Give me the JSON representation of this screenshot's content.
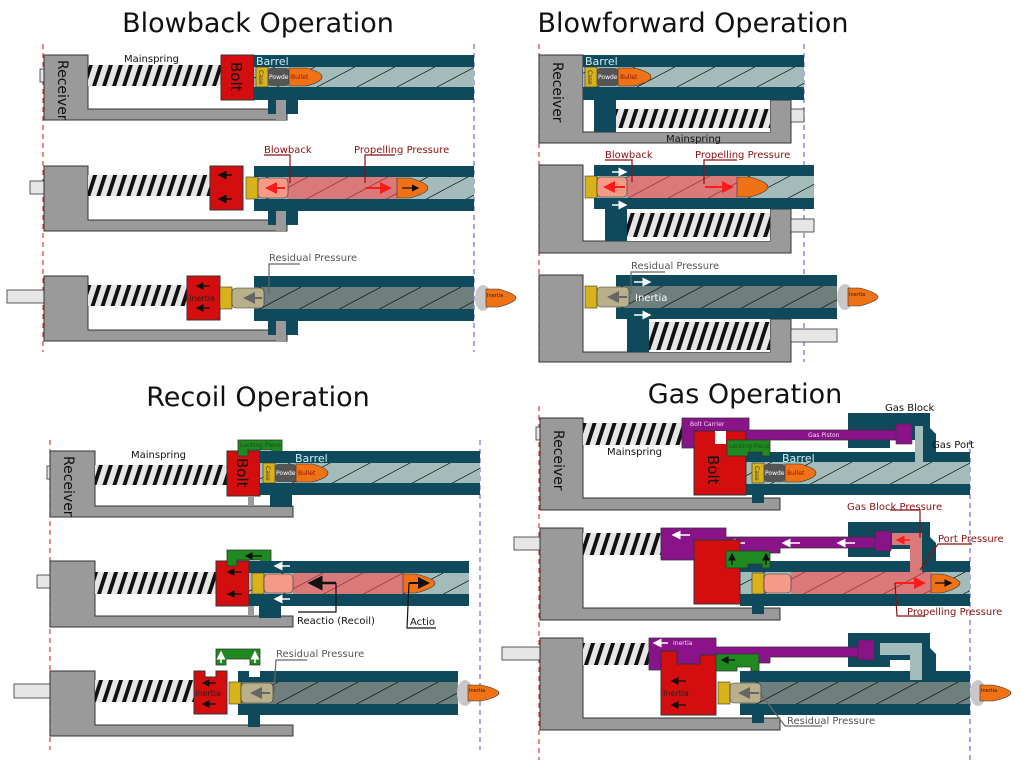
{
  "colors": {
    "receiver": "#9a9a9a",
    "barrel": "#0f4a5c",
    "bore": "#a3bcb9",
    "bolt": "#d40e0e",
    "case": "#d8b21a",
    "powder": "#555555",
    "bullet": "#f07214",
    "spring_bg": "#e6e6e6",
    "locking_piece": "#1f8a1f",
    "bolt_carrier": "#8a138a",
    "pressure": "#d9797a",
    "pressure_light": "#f59a86",
    "residual": "#6e7f7d",
    "red_dash": "#e23a3a",
    "blue_dash": "#6a6ad8",
    "annotation_red": "#8b1010"
  },
  "panels": {
    "blowback": {
      "title": "Blowback Operation",
      "labels": {
        "receiver": "Receiver",
        "mainspring": "Mainspring",
        "bolt": "Bolt",
        "barrel": "Barrel",
        "case": "Case",
        "powder": "Powder",
        "bullet": "Bullet",
        "blowback": "Blowback",
        "propelling_pressure": "Propelling Pressure",
        "residual_pressure": "Residual Pressure",
        "inertia": "Inertia",
        "bullet_inertia": "Inertia"
      }
    },
    "blowforward": {
      "title": "Blowforward Operation",
      "labels": {
        "receiver": "Receiver",
        "barrel": "Barrel",
        "case": "Case",
        "powder": "Powder",
        "bullet": "Bullet",
        "mainspring": "Mainspring",
        "blowback": "Blowback",
        "propelling_pressure": "Propelling Pressure",
        "residual_pressure": "Residual Pressure",
        "inertia": "Inertia",
        "bullet_inertia": "Inertia"
      }
    },
    "recoil": {
      "title": "Recoil Operation",
      "labels": {
        "receiver": "Receiver",
        "mainspring": "Mainspring",
        "bolt": "Bolt",
        "locking_piece": "Locking Piece",
        "barrel": "Barrel",
        "case": "Case",
        "powder": "Powder",
        "bullet": "Bullet",
        "reactio": "Reactio (Recoil)",
        "actio": "Actio",
        "residual_pressure": "Residual Pressure",
        "inertia": "Inertia",
        "bullet_inertia": "Inertia"
      }
    },
    "gas": {
      "title": "Gas Operation",
      "labels": {
        "receiver": "Receiver",
        "mainspring": "Mainspring",
        "bolt_carrier": "Bolt Carrier",
        "gas_piston": "Gas Piston",
        "gas_block": "Gas Block",
        "gas_port": "Gas Port",
        "locking_piece": "Locking Piece",
        "barrel": "Barrel",
        "bolt": "Bolt",
        "case": "Case",
        "powder": "Powder",
        "bullet": "Bullet",
        "gas_block_pressure": "Gas Block Pressure",
        "port_pressure": "Port Pressure",
        "propelling_pressure": "Propelling Pressure",
        "residual_pressure": "Residual Pressure",
        "carrier_inertia": "Inertia",
        "inertia": "Inertia",
        "bullet_inertia": "Inertia"
      }
    }
  }
}
